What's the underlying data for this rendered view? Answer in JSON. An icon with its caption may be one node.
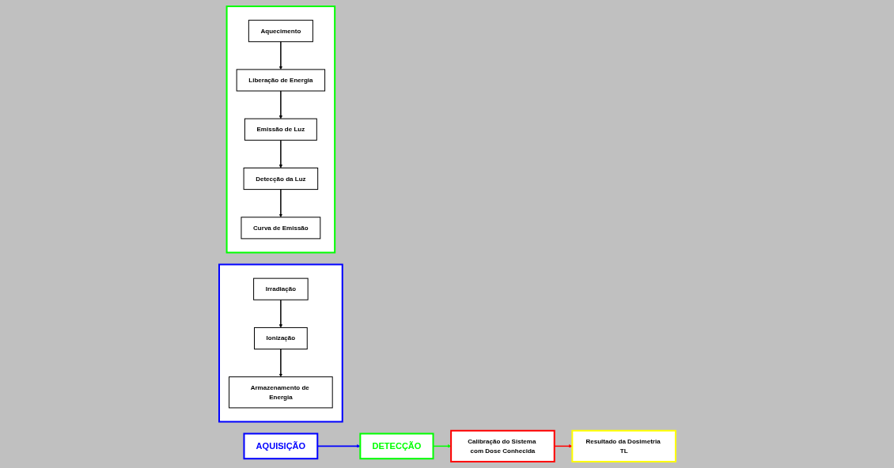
{
  "diagram": {
    "nodes": [
      {
        "text": [
          "AQUISIÇÃO"
        ]
      },
      {
        "text": [
          "DETECÇÃO"
        ]
      },
      {
        "text": [],
        "shape": "box"
      },
      {
        "text": [
          "Irradiação"
        ],
        "in": 2
      },
      {
        "text": [
          "Ionização"
        ],
        "in": 2
      },
      {
        "text": [
          "Armazenamento de Energia"
        ],
        "in": 2
      },
      {
        "text": [],
        "shape": "box"
      },
      {
        "text": [
          "Aquecimento"
        ],
        "in": 6
      },
      {
        "text": [
          "Liberação de Energia"
        ],
        "in": 6
      },
      {
        "text": [
          "Emissão de Luz"
        ],
        "in": 6
      },
      {
        "text": [
          "Detecção da Luz"
        ],
        "in": 6
      },
      {
        "text": [
          "Curva de Emissão"
        ],
        "in": 6
      },
      {
        "text": [
          "Calibração do Sistema com Dose Conhecida"
        ]
      },
      {
        "text": [
          "Resultado da Dosimetria TL"
        ]
      }
    ],
    "edges": [
      {
        "from": 0,
        "to": 1,
        "arrow": "to",
        "color": "#0000ff"
      },
      {
        "from": 1,
        "to": 12,
        "arrow": "to",
        "color": "#00ff00"
      },
      {
        "from": 3,
        "to": 4,
        "arrow": "to"
      },
      {
        "from": 4,
        "to": 5,
        "arrow": "to"
      },
      {
        "from": 7,
        "to": 8,
        "arrow": "to"
      },
      {
        "from": 8,
        "to": 9,
        "arrow": "to"
      },
      {
        "from": 9,
        "to": 10,
        "arrow": "to"
      },
      {
        "from": 10,
        "to": 11,
        "arrow": "to"
      },
      {
        "from": 12,
        "to": 13,
        "arrow": "to",
        "color": "#ff0000"
      }
    ]
  }
}
